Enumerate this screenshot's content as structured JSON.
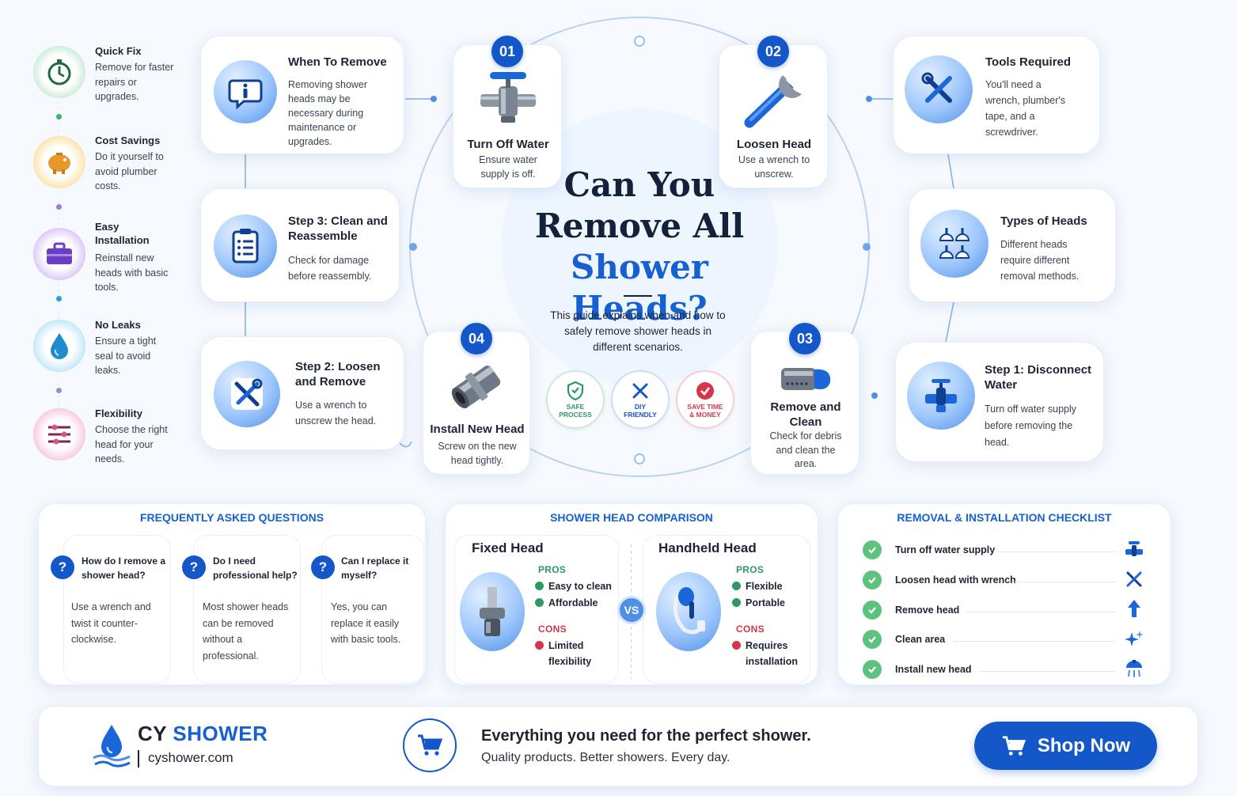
{
  "center": {
    "title_line1": "Can You",
    "title_line2": "Remove All",
    "title_line3": "Shower Heads?",
    "description": "This guide explains when and how to safely remove shower heads in different scenarios.",
    "badges": [
      {
        "label": "SAFE\nPROCESS",
        "color": "#2e9a63"
      },
      {
        "label": "DIY\nFRIENDLY",
        "color": "#1357c8"
      },
      {
        "label": "SAVE TIME\n& MONEY",
        "color": "#d6364a"
      }
    ]
  },
  "left_features": [
    {
      "title": "Quick Fix",
      "body": "Remove for faster repairs or upgrades.",
      "icon": "stopwatch-icon",
      "color": "#3bb56a"
    },
    {
      "title": "Cost Savings",
      "body": "Do it yourself to avoid plumber costs.",
      "icon": "piggy-bank-icon",
      "color": "#f2b233"
    },
    {
      "title": "Easy Installation",
      "body": "Reinstall new heads with basic tools.",
      "icon": "toolbox-icon",
      "color": "#7a4fd2"
    },
    {
      "title": "No Leaks",
      "body": "Ensure a tight seal to avoid leaks.",
      "icon": "water-drop-icon",
      "color": "#2b9fd8"
    },
    {
      "title": "Flexibility",
      "body": "Choose the right head for your needs.",
      "icon": "sliders-icon",
      "color": "#e0508c"
    }
  ],
  "left_cards": [
    {
      "title": "When To Remove",
      "body": "Removing shower heads may be necessary during maintenance or upgrades.",
      "icon": "info-icon"
    },
    {
      "title": "Step 3: Clean and Reassemble",
      "body": "Check for damage before reassembly.",
      "icon": "clipboard-icon"
    },
    {
      "title": "Step 2: Loosen and Remove",
      "body": "Use a wrench to unscrew the head.",
      "icon": "wrench-screwdriver-icon"
    }
  ],
  "right_cards": [
    {
      "title": "Tools Required",
      "body": "You'll need a wrench, plumber's tape, and a screwdriver.",
      "icon": "tools-icon"
    },
    {
      "title": "Types of Heads",
      "body": "Different heads require different removal methods.",
      "icon": "shower-heads-icon"
    },
    {
      "title": "Step 1: Disconnect Water",
      "body": "Turn off water supply before removing the head.",
      "icon": "water-valve-icon"
    }
  ],
  "steps": [
    {
      "num": "01",
      "title": "Turn Off Water",
      "body": "Ensure water supply is off.",
      "icon": "faucet-valve-icon"
    },
    {
      "num": "02",
      "title": "Loosen Head",
      "body": "Use a wrench to unscrew.",
      "icon": "wrench-icon"
    },
    {
      "num": "03",
      "title": "Remove and Clean",
      "body": "Check for debris and clean the area.",
      "icon": "shower-head-icon"
    },
    {
      "num": "04",
      "title": "Install New Head",
      "body": "Screw on the new head tightly.",
      "icon": "pipe-fitting-icon"
    }
  ],
  "faq": {
    "title": "FREQUENTLY ASKED QUESTIONS",
    "items": [
      {
        "q": "How do I remove a shower head?",
        "a": "Use a wrench and twist it counter-clockwise."
      },
      {
        "q": "Do I need professional help?",
        "a": "Most shower heads can be removed without a professional."
      },
      {
        "q": "Can I replace it myself?",
        "a": "Yes, you can replace it easily with basic tools."
      }
    ]
  },
  "comparison": {
    "title": "SHOWER HEAD COMPARISON",
    "vs": "VS",
    "pros_label": "PROS",
    "cons_label": "CONS",
    "fixed": {
      "name": "Fixed Head",
      "pros": [
        "Easy to clean",
        "Affordable"
      ],
      "cons": [
        "Limited flexibility"
      ]
    },
    "handheld": {
      "name": "Handheld Head",
      "pros": [
        "Flexible",
        "Portable"
      ],
      "cons": [
        "Requires installation"
      ]
    }
  },
  "checklist": {
    "title": "REMOVAL & INSTALLATION CHECKLIST",
    "items": [
      {
        "label": "Turn off water supply",
        "icon": "valve-icon"
      },
      {
        "label": "Loosen head with wrench",
        "icon": "tools-icon"
      },
      {
        "label": "Remove head",
        "icon": "arrow-up-icon"
      },
      {
        "label": "Clean area",
        "icon": "sparkle-icon"
      },
      {
        "label": "Install new head",
        "icon": "shower-icon"
      }
    ]
  },
  "footer": {
    "brand_cy": "CY",
    "brand_shower": "SHOWER",
    "website": "cyshower.com",
    "tagline": "Everything you need for the perfect shower.",
    "subtagline": "Quality products. Better showers. Every day.",
    "cta": "Shop Now"
  },
  "colors": {
    "primary": "#1357c8",
    "title_blue": "#1660d2",
    "pros_green": "#2e9a63",
    "cons_red": "#d6364a"
  }
}
